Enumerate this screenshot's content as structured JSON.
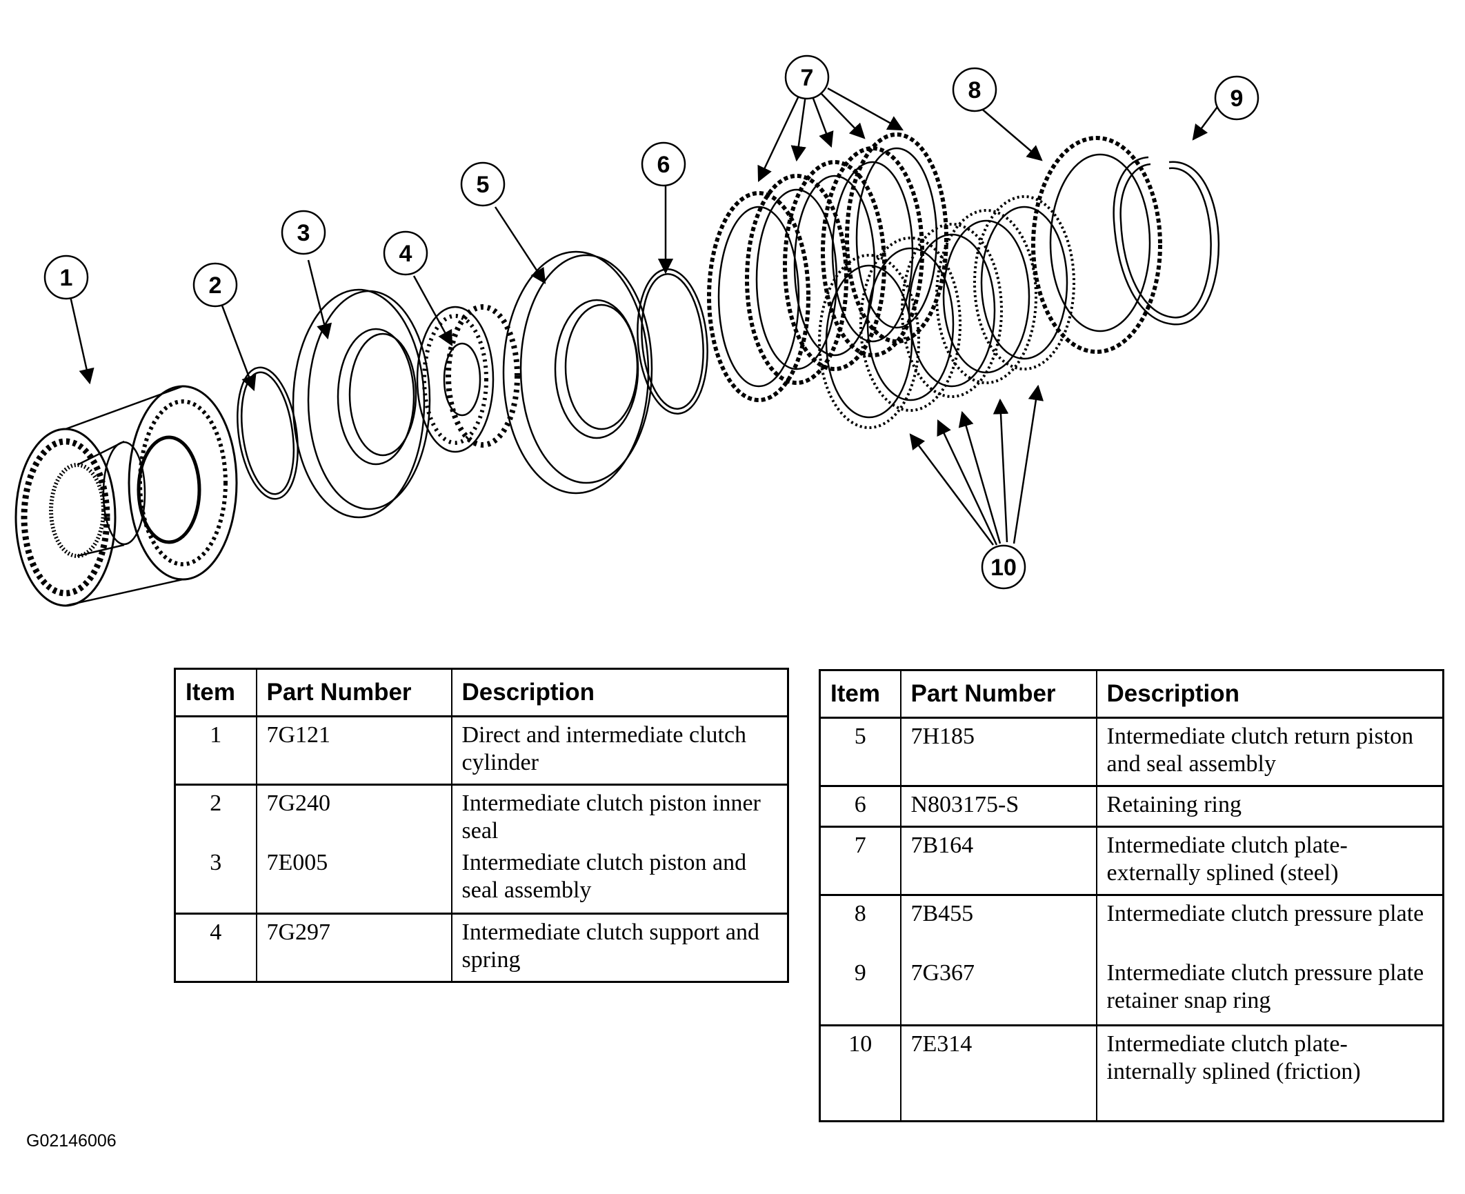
{
  "callouts": [
    "1",
    "2",
    "3",
    "4",
    "5",
    "6",
    "7",
    "8",
    "9",
    "10"
  ],
  "table_headers": {
    "item": "Item",
    "part_number": "Part Number",
    "description": "Description"
  },
  "table_left": [
    {
      "item": "1",
      "part": "7G121",
      "desc": "Direct and intermediate clutch cylinder"
    },
    {
      "item": "2",
      "part": "7G240",
      "desc": "Intermediate clutch piston inner seal"
    },
    {
      "item": "3",
      "part": "7E005",
      "desc": "Intermediate clutch piston and seal assembly"
    },
    {
      "item": "4",
      "part": "7G297",
      "desc": "Intermediate clutch support and spring"
    }
  ],
  "table_right": [
    {
      "item": "5",
      "part": "7H185",
      "desc": "Intermediate clutch return piston and seal assembly"
    },
    {
      "item": "6",
      "part": "N803175-S",
      "desc": "Retaining ring"
    },
    {
      "item": "7",
      "part": "7B164",
      "desc": "Intermediate clutch plate-externally splined (steel)"
    },
    {
      "item": "8",
      "part": "7B455",
      "desc": "Intermediate clutch pressure plate"
    },
    {
      "item": "9",
      "part": "7G367",
      "desc": "Intermediate clutch pressure plate retainer snap ring"
    },
    {
      "item": "10",
      "part": "7E314",
      "desc": "Intermediate clutch plate-internally splined (friction)"
    }
  ],
  "figure_id": "G02146006"
}
